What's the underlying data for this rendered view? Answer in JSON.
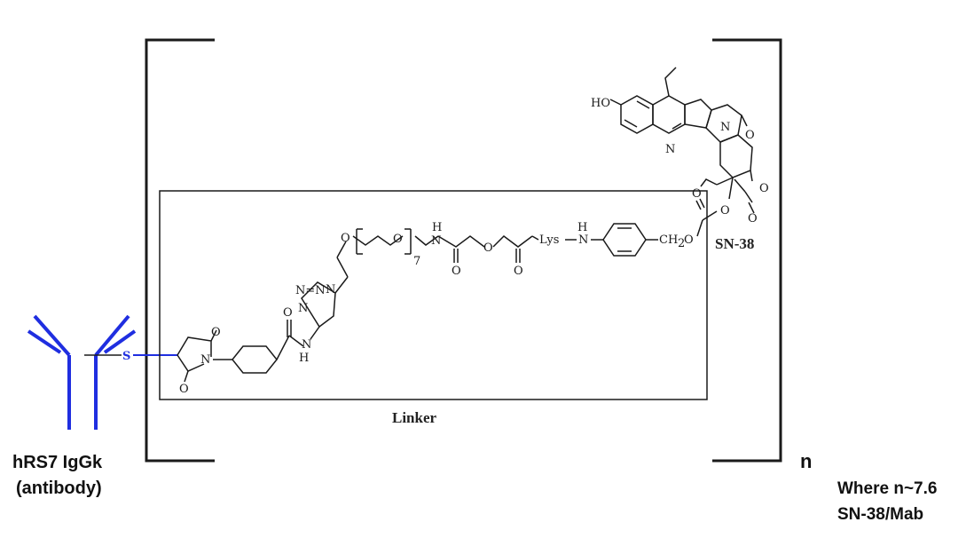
{
  "colors": {
    "antibody": "#1f2ee0",
    "structure": "#1a1a1a",
    "background": "#ffffff"
  },
  "antibody": {
    "name": "hRS7 IgGk",
    "type": "(antibody)",
    "sulfur": "S"
  },
  "bracket": {
    "subscript": "n"
  },
  "ratio": {
    "line1": "Where n~7.6",
    "line2": "SN-38/Mab"
  },
  "linker": {
    "label": "Linker",
    "atoms": {
      "oxygen": "O",
      "nitrogen": "N",
      "hydrogen": "H",
      "peg_count": "7",
      "lysine": "Lys",
      "ch2": "CH",
      "ch2_sub": "2",
      "triazole_n": "N=N"
    }
  },
  "payload": {
    "label": "SN-38",
    "hydroxy": "HO"
  }
}
